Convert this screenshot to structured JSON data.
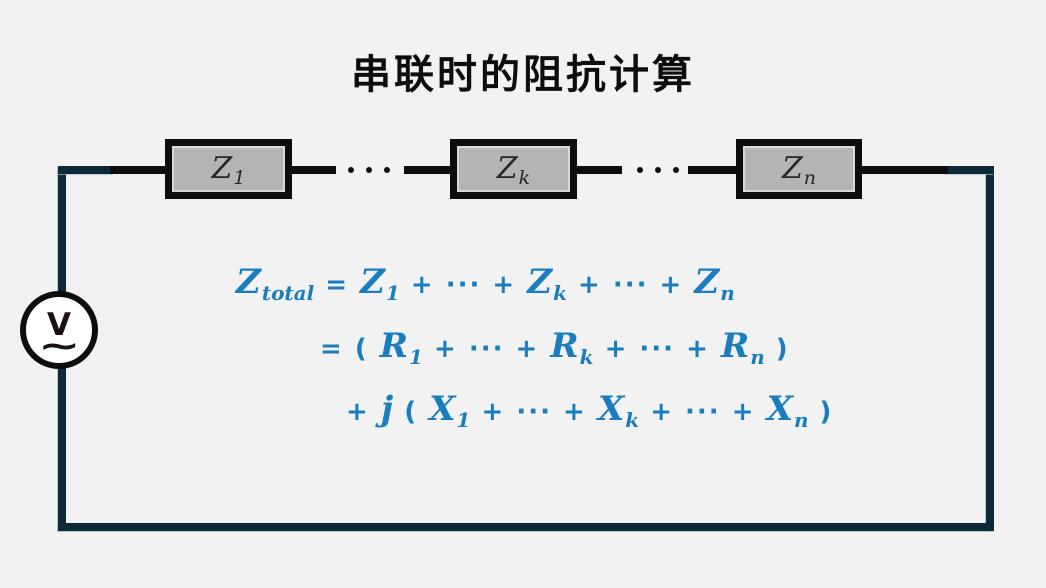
{
  "title": {
    "text": "串联时的阻抗计算"
  },
  "colors": {
    "background": "#f2f2f2",
    "wire_teal": "#0e2938",
    "wire_black": "#0d0d0d",
    "box_fill": "#b4b4b4",
    "formula_blue": "#1a7dbf"
  },
  "circuit": {
    "boxes": [
      {
        "main": "Z",
        "sub": "1"
      },
      {
        "main": "Z",
        "sub": "k"
      },
      {
        "main": "Z",
        "sub": "n"
      }
    ],
    "source": {
      "label": "V",
      "wave_symbol": "~"
    }
  },
  "formula": {
    "lines": [
      {
        "tokens": [
          {
            "v": "Z",
            "sub": "total"
          },
          {
            "op": " = "
          },
          {
            "v": "Z",
            "sub": "1"
          },
          {
            "op": " + ··· + "
          },
          {
            "v": "Z",
            "sub": "k"
          },
          {
            "op": " + ··· + "
          },
          {
            "v": "Z",
            "sub": "n"
          }
        ]
      },
      {
        "tokens": [
          {
            "op": "= ( "
          },
          {
            "v": "R",
            "sub": "1"
          },
          {
            "op": " + ··· + "
          },
          {
            "v": "R",
            "sub": "k"
          },
          {
            "op": " + ··· + "
          },
          {
            "v": "R",
            "sub": "n"
          },
          {
            "op": " )"
          }
        ]
      },
      {
        "tokens": [
          {
            "op": "+ "
          },
          {
            "v": "j"
          },
          {
            "op": " ( "
          },
          {
            "v": "X",
            "sub": "1"
          },
          {
            "op": " + ··· + "
          },
          {
            "v": "X",
            "sub": "k"
          },
          {
            "op": " + ··· + "
          },
          {
            "v": "X",
            "sub": "n"
          },
          {
            "op": " )"
          }
        ]
      }
    ]
  }
}
